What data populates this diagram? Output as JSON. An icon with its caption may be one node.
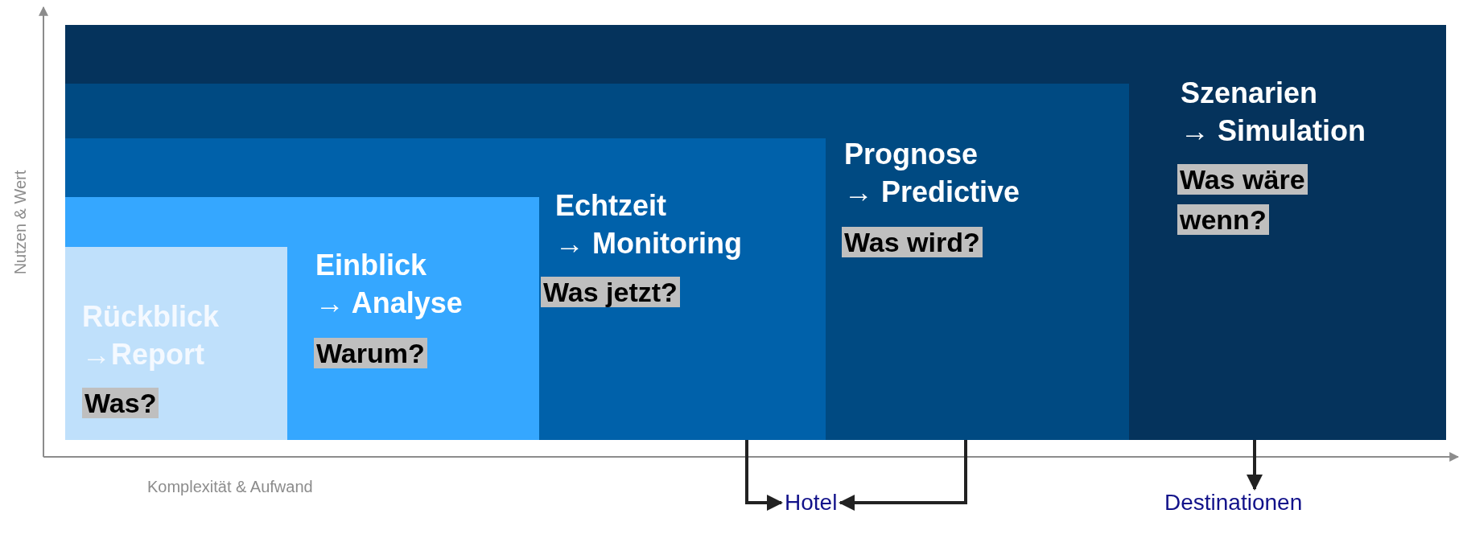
{
  "diagram": {
    "nodes": [
      {
        "text": [
          "Szenarien → Simulation",
          "Was wäre wenn?"
        ]
      },
      {
        "text": [
          "Prognose → Predictive",
          "Was wird?"
        ],
        "in": 0
      },
      {
        "text": [
          "Echtzeit → Monitoring",
          "Was jetzt?"
        ],
        "in": 1
      },
      {
        "text": [
          "Einblick → Analyse",
          "Warum?"
        ],
        "in": 2
      },
      {
        "text": [
          "Rückblick →Report",
          "Was?"
        ],
        "in": 3
      },
      {
        "text": [
          "Hotel"
        ]
      },
      {
        "text": [
          "Destinationen"
        ]
      }
    ],
    "edges": [
      {
        "from": 2,
        "to": 5,
        "arrow": "to"
      },
      {
        "from": 1,
        "to": 5,
        "arrow": "to"
      },
      {
        "from": 0,
        "to": 6,
        "arrow": "to"
      }
    ],
    "labels": [
      "Nutzen & Wert",
      "Komplexität & Aufwand"
    ]
  }
}
